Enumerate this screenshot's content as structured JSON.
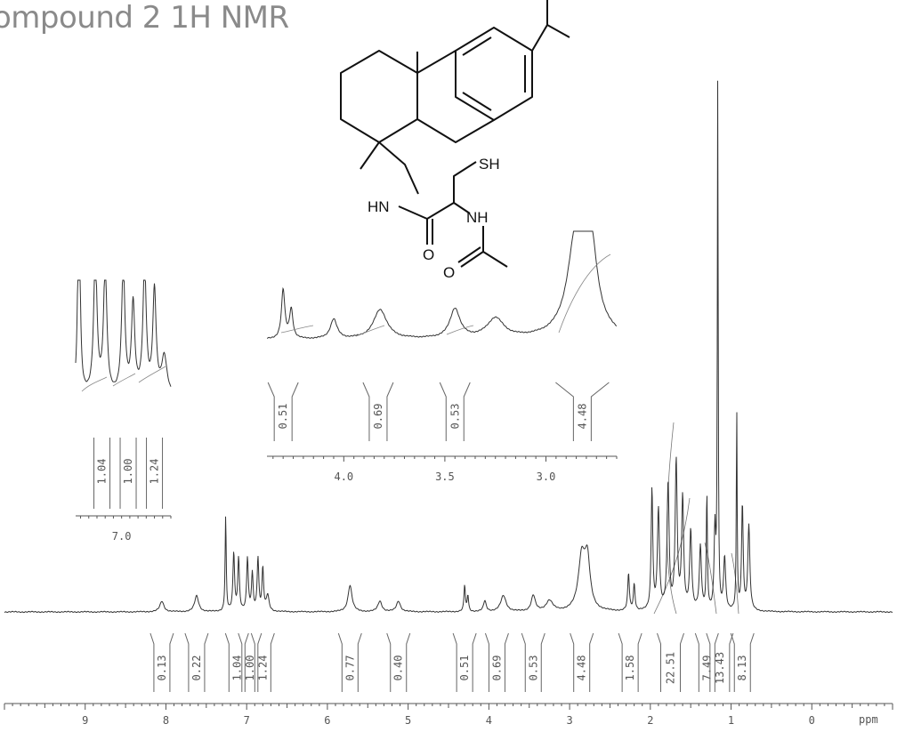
{
  "chart_data": {
    "type": "line",
    "title": "ompound 2 1H NMR",
    "xlabel": "ppm",
    "x_reversed": true,
    "xlim": [
      10.0,
      -1.0
    ],
    "x_ticks": [
      "9",
      "8",
      "7",
      "6",
      "5",
      "4",
      "3",
      "2",
      "1",
      "0"
    ],
    "peaks": [
      {
        "ppm": 8.05,
        "height": 0.02,
        "width": 0.03
      },
      {
        "ppm": 7.62,
        "height": 0.03,
        "width": 0.03
      },
      {
        "ppm": 7.26,
        "height": 0.18,
        "width": 0.008
      },
      {
        "ppm": 7.16,
        "height": 0.11,
        "width": 0.012
      },
      {
        "ppm": 7.1,
        "height": 0.1,
        "width": 0.012
      },
      {
        "ppm": 6.99,
        "height": 0.1,
        "width": 0.012
      },
      {
        "ppm": 6.93,
        "height": 0.07,
        "width": 0.012
      },
      {
        "ppm": 6.86,
        "height": 0.1,
        "width": 0.012
      },
      {
        "ppm": 6.8,
        "height": 0.08,
        "width": 0.012
      },
      {
        "ppm": 6.74,
        "height": 0.03,
        "width": 0.02
      },
      {
        "ppm": 5.72,
        "height": 0.05,
        "width": 0.03
      },
      {
        "ppm": 5.35,
        "height": 0.02,
        "width": 0.03
      },
      {
        "ppm": 5.12,
        "height": 0.02,
        "width": 0.03
      },
      {
        "ppm": 4.3,
        "height": 0.05,
        "width": 0.01
      },
      {
        "ppm": 4.26,
        "height": 0.03,
        "width": 0.01
      },
      {
        "ppm": 4.05,
        "height": 0.02,
        "width": 0.02
      },
      {
        "ppm": 3.82,
        "height": 0.03,
        "width": 0.04
      },
      {
        "ppm": 3.45,
        "height": 0.03,
        "width": 0.03
      },
      {
        "ppm": 3.25,
        "height": 0.02,
        "width": 0.05
      },
      {
        "ppm": 2.85,
        "height": 0.1,
        "width": 0.05
      },
      {
        "ppm": 2.78,
        "height": 0.09,
        "width": 0.04
      },
      {
        "ppm": 2.27,
        "height": 0.07,
        "width": 0.012
      },
      {
        "ppm": 2.2,
        "height": 0.05,
        "width": 0.012
      },
      {
        "ppm": 1.98,
        "height": 0.23,
        "width": 0.012
      },
      {
        "ppm": 1.9,
        "height": 0.19,
        "width": 0.015
      },
      {
        "ppm": 1.78,
        "height": 0.24,
        "width": 0.015
      },
      {
        "ppm": 1.68,
        "height": 0.28,
        "width": 0.015
      },
      {
        "ppm": 1.6,
        "height": 0.21,
        "width": 0.015
      },
      {
        "ppm": 1.5,
        "height": 0.15,
        "width": 0.015
      },
      {
        "ppm": 1.38,
        "height": 0.12,
        "width": 0.015
      },
      {
        "ppm": 1.3,
        "height": 0.22,
        "width": 0.008
      },
      {
        "ppm": 1.2,
        "height": 0.15,
        "width": 0.012
      },
      {
        "ppm": 1.165,
        "height": 1.0,
        "width": 0.006
      },
      {
        "ppm": 1.08,
        "height": 0.1,
        "width": 0.015
      },
      {
        "ppm": 0.93,
        "height": 0.38,
        "width": 0.006
      },
      {
        "ppm": 0.86,
        "height": 0.2,
        "width": 0.012
      },
      {
        "ppm": 0.78,
        "height": 0.16,
        "width": 0.015
      }
    ],
    "integrals": [
      {
        "label": "0.13",
        "ppm": 8.05
      },
      {
        "label": "0.22",
        "ppm": 7.62
      },
      {
        "label": "1.04",
        "ppm": 7.12
      },
      {
        "label": "1.00",
        "ppm": 6.96
      },
      {
        "label": "1.24",
        "ppm": 6.8
      },
      {
        "label": "0.77",
        "ppm": 5.72
      },
      {
        "label": "0.40",
        "ppm": 5.12
      },
      {
        "label": "0.51",
        "ppm": 4.3
      },
      {
        "label": "0.69",
        "ppm": 3.9
      },
      {
        "label": "0.53",
        "ppm": 3.45
      },
      {
        "label": "4.48",
        "ppm": 2.85
      },
      {
        "label": "1.58",
        "ppm": 2.25
      },
      {
        "label": "22.51",
        "ppm": 1.75
      },
      {
        "label": "7.49",
        "ppm": 1.3
      },
      {
        "label": "13.43",
        "ppm": 1.14
      },
      {
        "label": "8.13",
        "ppm": 0.86
      }
    ],
    "insets": [
      {
        "name": "aromatic-inset",
        "xlim": [
          7.28,
          6.7
        ],
        "x_ticks": [
          "7.0"
        ],
        "integrals": [
          {
            "label": "1.04",
            "ppm": 7.12
          },
          {
            "label": "1.00",
            "ppm": 6.96
          },
          {
            "label": "1.24",
            "ppm": 6.8
          }
        ]
      },
      {
        "name": "midfield-inset",
        "xlim": [
          4.38,
          2.65
        ],
        "x_ticks": [
          "4.0",
          "3.5",
          "3.0"
        ],
        "integrals": [
          {
            "label": "0.51",
            "ppm": 4.3
          },
          {
            "label": "0.69",
            "ppm": 3.83
          },
          {
            "label": "0.53",
            "ppm": 3.45
          },
          {
            "label": "4.48",
            "ppm": 2.82
          }
        ]
      }
    ],
    "structure_labels": {
      "sh": "SH",
      "hn": "HN",
      "nh": "NH",
      "o1": "O",
      "o2": "O"
    }
  }
}
